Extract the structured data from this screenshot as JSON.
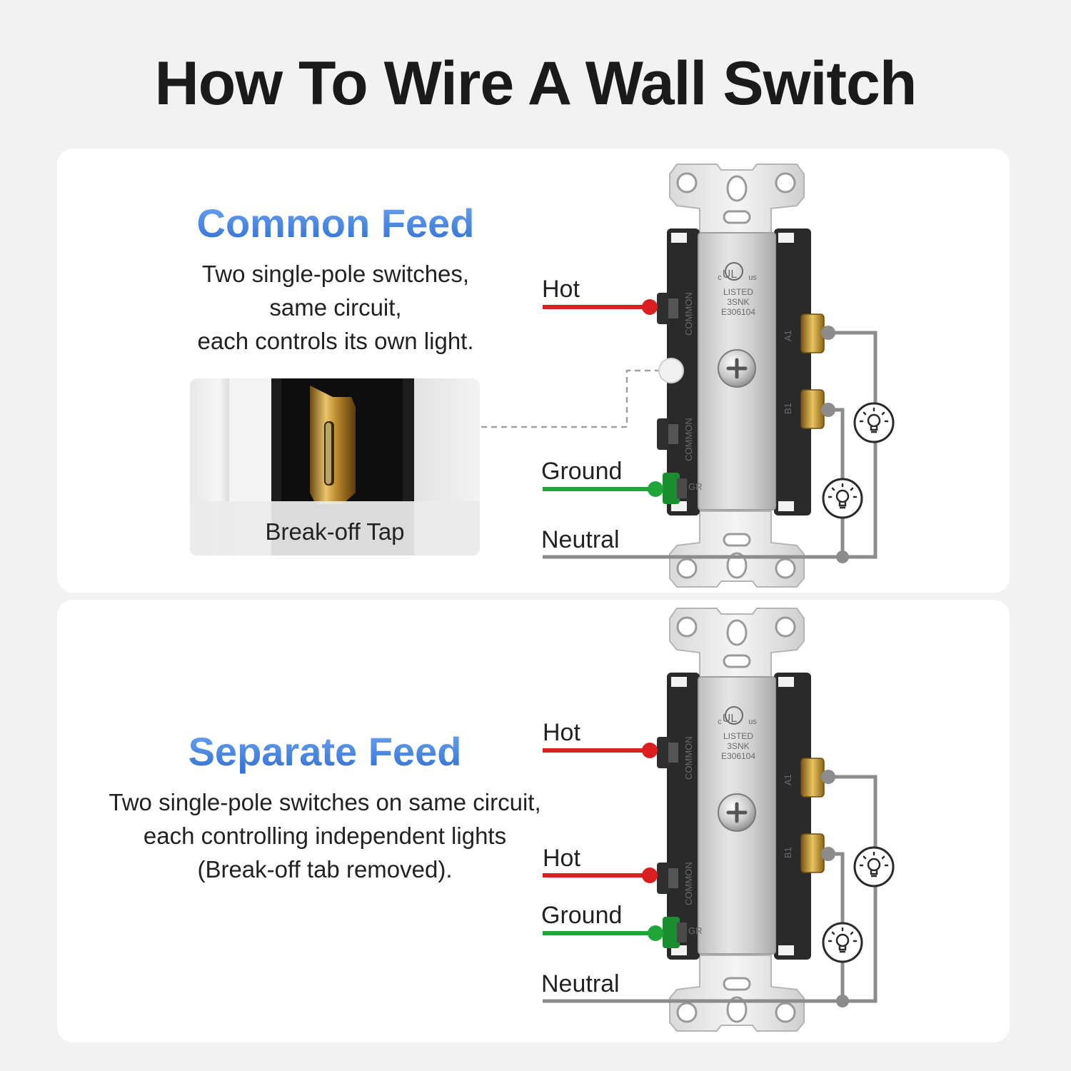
{
  "title": "How To Wire A Wall Switch",
  "common_feed": {
    "title": "Common Feed",
    "description": [
      "Two single-pole switches,",
      "same circuit,",
      "each controls its own light."
    ],
    "tap_label": "Break-off Tap",
    "wire_labels": {
      "hot": "Hot",
      "ground": "Ground",
      "neutral": "Neutral"
    }
  },
  "separate_feed": {
    "title": "Separate Feed",
    "description": [
      "Two single-pole switches on same circuit,",
      "each controlling independent lights",
      "(Break-off tab removed)."
    ],
    "wire_labels": {
      "hot_1": "Hot",
      "hot_2": "Hot",
      "ground": "Ground",
      "neutral": "Neutral"
    }
  },
  "switch": {
    "listing": [
      "LISTED",
      "3SNK",
      "E306104"
    ],
    "ul_mark": "UL",
    "ul_c": "c",
    "ul_us": "us",
    "terminal_common": "COMMON",
    "terminal_a1": "A1",
    "terminal_b1": "B1",
    "terminal_gr": "GR"
  },
  "icons": [
    "light-bulb-icon",
    "phillips-screw-icon",
    "ul-listed-icon"
  ],
  "colors": {
    "hot_wire": "#d91f1f",
    "ground_wire": "#1fa53a",
    "neutral_wire": "#8c8c8c",
    "title_blue": "#3b7be0"
  }
}
